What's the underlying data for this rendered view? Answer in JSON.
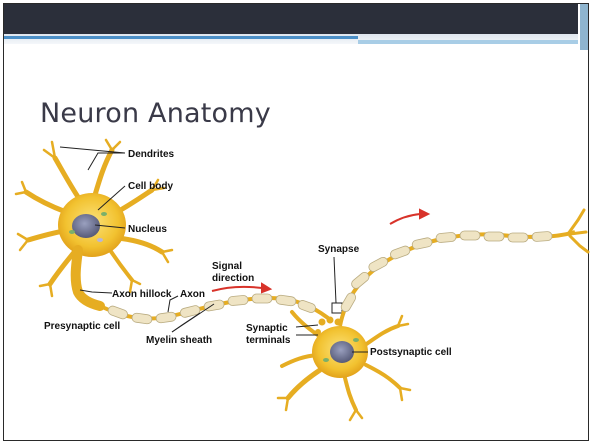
{
  "slide": {
    "title": "Neuron Anatomy"
  },
  "diagram_labels": {
    "dendrites": "Dendrites",
    "cell_body": "Cell body",
    "nucleus": "Nucleus",
    "signal_direction_line1": "Signal",
    "signal_direction_line2": "direction",
    "synapse": "Synapse",
    "axon_hillock": "Axon hillock",
    "axon": "Axon",
    "presynaptic_cell": "Presynaptic cell",
    "myelin_sheath": "Myelin sheath",
    "synaptic_terminals_line1": "Synaptic",
    "synaptic_terminals_line2": "terminals",
    "postsynaptic_cell": "Postsynaptic cell"
  },
  "colors": {
    "header_dark": "#2b2f3a",
    "accent_blue": "#4b8fc7",
    "cell_yellow": "#f2c230",
    "cell_orange": "#e8a51c",
    "myelin": "#efe4c4",
    "nucleus": "#6b6f8c",
    "arrow_red": "#d8332a"
  }
}
